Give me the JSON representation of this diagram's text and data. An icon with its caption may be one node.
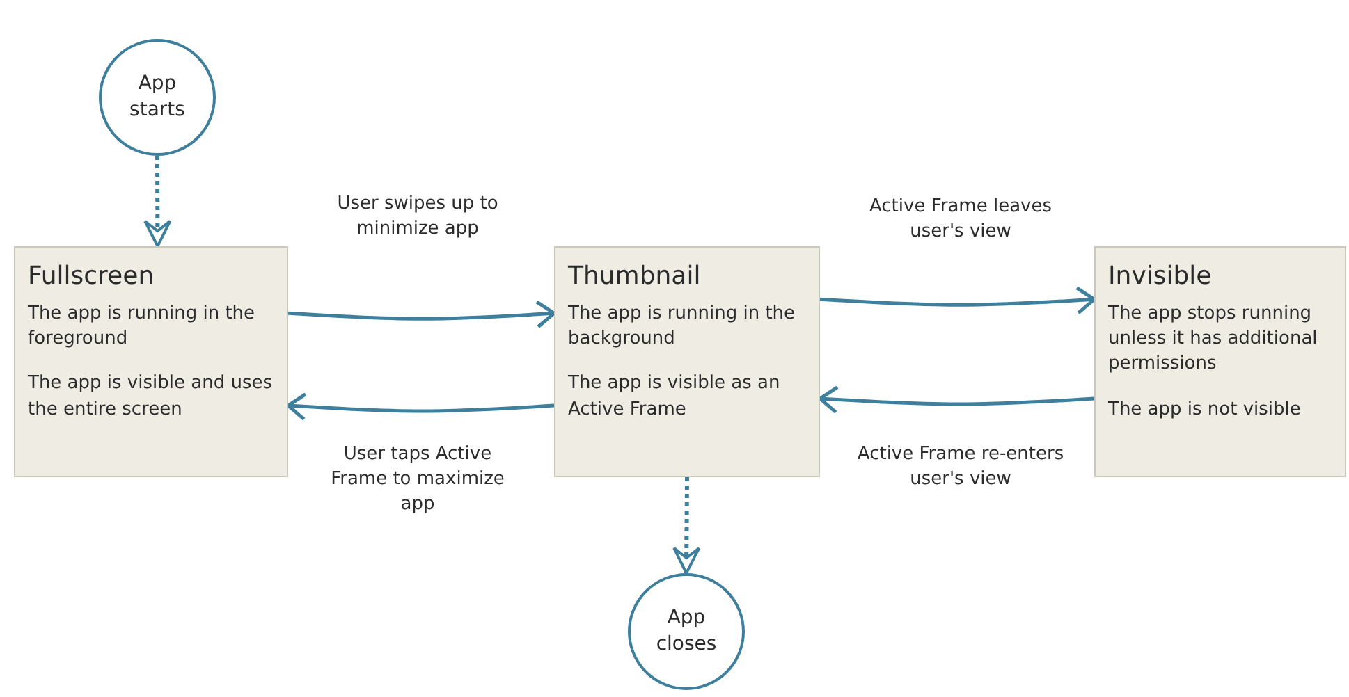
{
  "diagram": {
    "nodes": [
      {
        "text": [
          "App starts"
        ]
      },
      {
        "text": [
          "Fullscreen",
          "The app is running in the foreground",
          "The app is visible and uses the entire screen"
        ]
      },
      {
        "text": [
          "Thumbnail",
          "The app is running in the background",
          "The app is visible as an Active Frame"
        ]
      },
      {
        "text": [
          "Invisible",
          "The app stops running unless it has additional permissions",
          "The app is not visible"
        ]
      },
      {
        "text": [
          "App closes"
        ]
      }
    ],
    "edges": [
      {
        "from": 0,
        "to": 1,
        "arrow": "to",
        "style": "dashed"
      },
      {
        "from": 1,
        "to": 2,
        "arrow": "to",
        "label": "User swipes up to minimize app"
      },
      {
        "from": 2,
        "to": 1,
        "arrow": "to",
        "label": "User taps Active Frame to maximize app"
      },
      {
        "from": 2,
        "to": 3,
        "arrow": "to",
        "label": "Active Frame leaves user's view"
      },
      {
        "from": 3,
        "to": 2,
        "arrow": "to",
        "label": "Active Frame re-enters user's view"
      },
      {
        "from": 2,
        "to": 4,
        "arrow": "to",
        "style": "dashed"
      }
    ]
  }
}
